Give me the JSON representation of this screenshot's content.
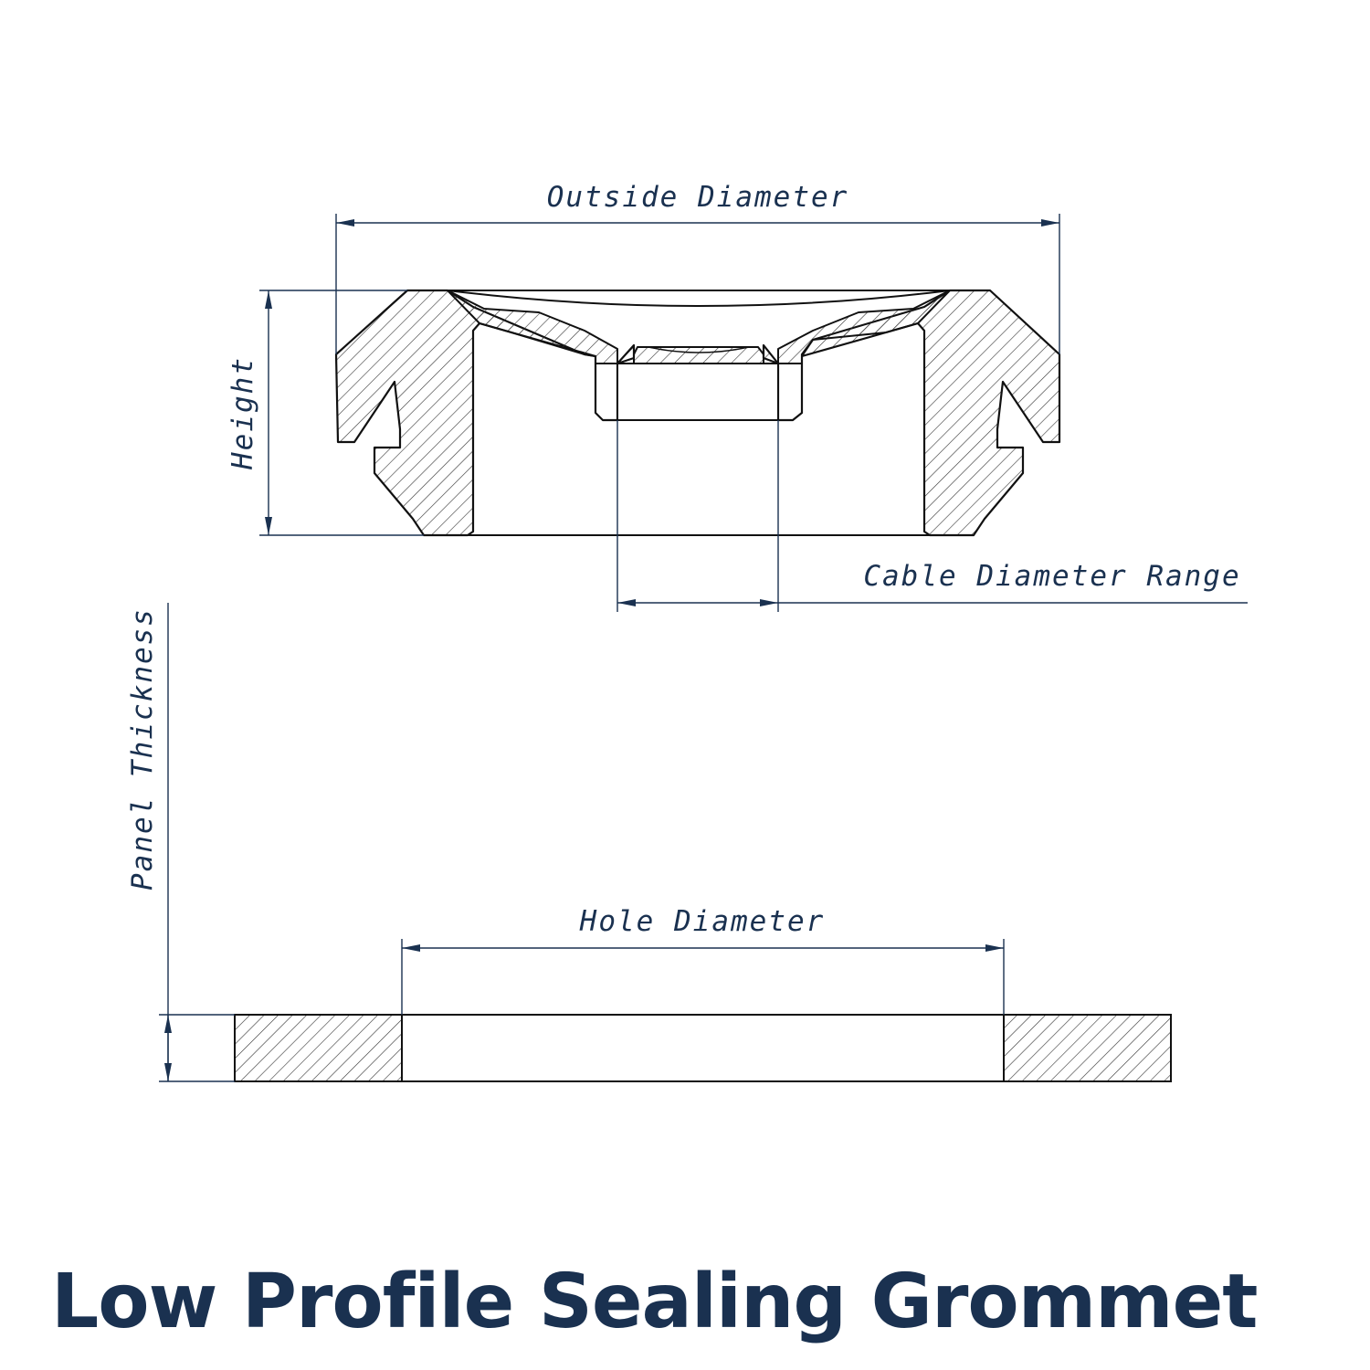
{
  "title": "Low Profile Sealing Grommet",
  "labels": {
    "outside_diameter": "Outside Diameter",
    "height": "Height",
    "cable_diameter_range": "Cable Diameter Range",
    "panel_thickness": "Panel Thickness",
    "hole_diameter": "Hole Diameter"
  },
  "colors": {
    "text": "#1a3150",
    "dimension": "#1a3150",
    "outline": "#111111",
    "hatch": "#333333",
    "background": "#ffffff"
  }
}
